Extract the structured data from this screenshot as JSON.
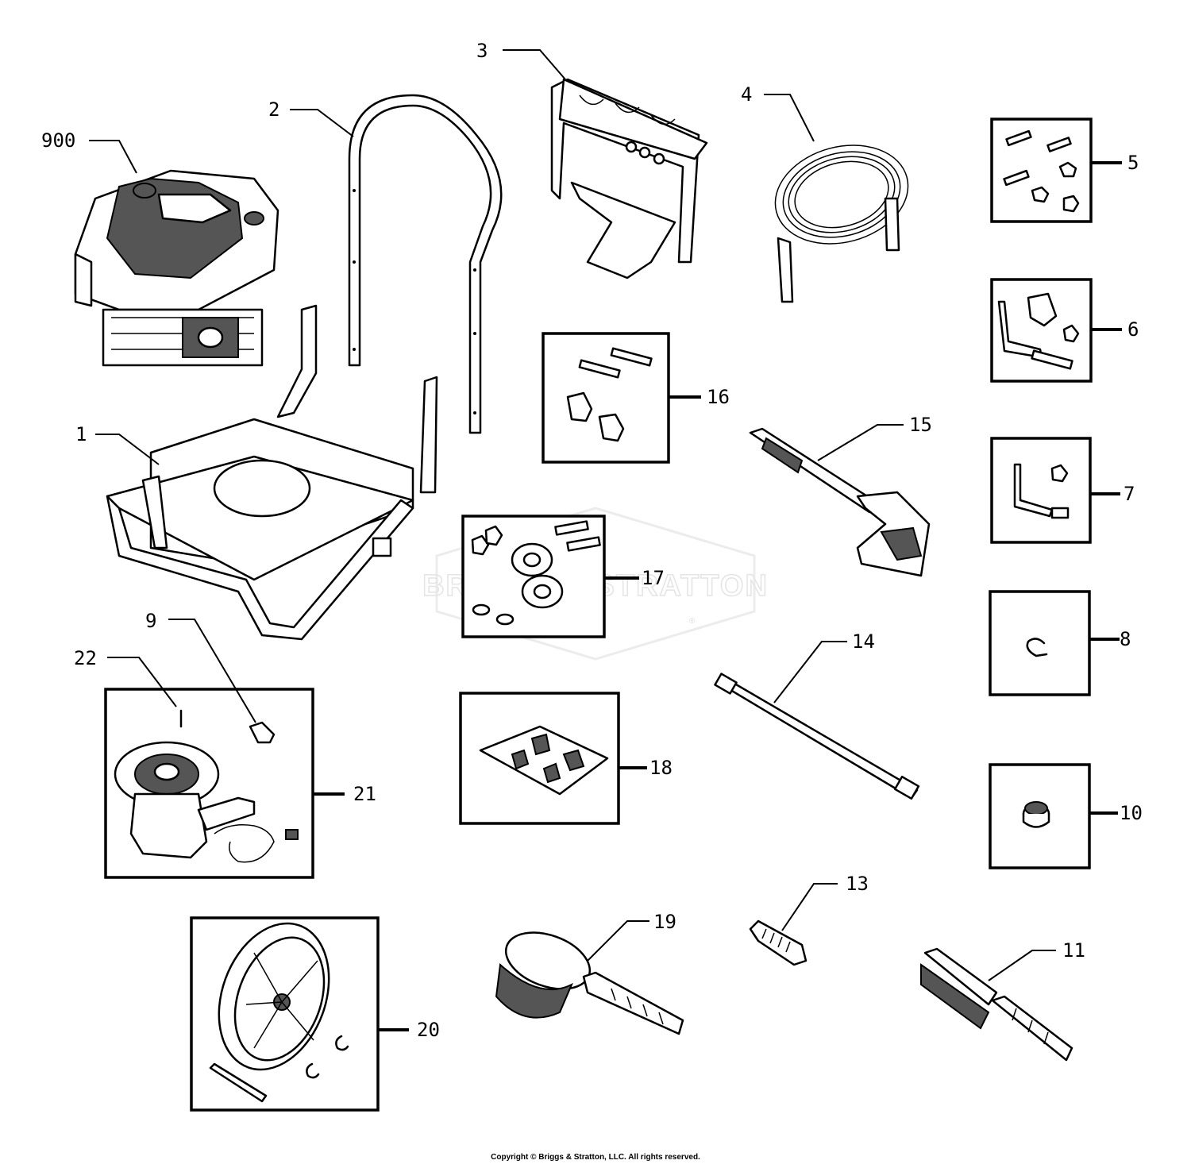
{
  "watermark": {
    "brand": "BRIGGS & STRATTON",
    "registered": "®"
  },
  "copyright": "Copyright © Briggs & Stratton, LLC. All rights reserved.",
  "callouts": {
    "c900": "900",
    "c1": "1",
    "c2": "2",
    "c3": "3",
    "c4": "4",
    "c5": "5",
    "c6": "6",
    "c7": "7",
    "c8": "8",
    "c9": "9",
    "c10": "10",
    "c11": "11",
    "c13": "13",
    "c14": "14",
    "c15": "15",
    "c16": "16",
    "c17": "17",
    "c18": "18",
    "c19": "19",
    "c20": "20",
    "c21": "21",
    "c22": "22"
  }
}
